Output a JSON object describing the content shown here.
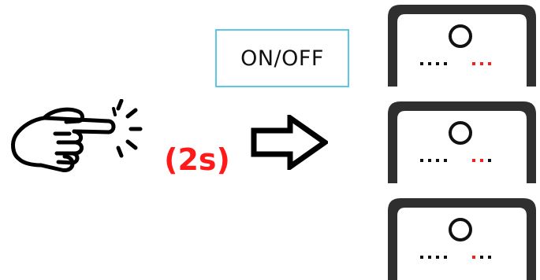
{
  "button_label": "ON/OFF",
  "hold_time": "(2s)",
  "colors": {
    "box_border": "#5bc8e8",
    "hold_time": "#ff1a1a",
    "device_body": "#2f2f2f",
    "led_off": "#111111",
    "led_on": "#ff1a1a"
  },
  "icons": {
    "hand": "pointing-hand-press-icon",
    "arrow": "right-arrow-outline-icon"
  },
  "devices": [
    {
      "lit_leds": 3
    },
    {
      "lit_leds": 2
    },
    {
      "lit_leds": 1
    }
  ]
}
